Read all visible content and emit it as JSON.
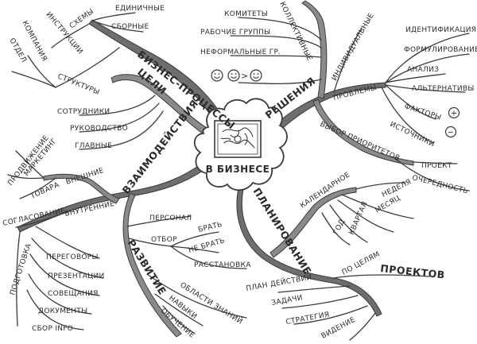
{
  "center": {
    "label": "В БИЗНЕСЕ"
  },
  "branches": {
    "business_processes": {
      "label": "БИЗНЕС-ПРОЦЕССЫ",
      "schemes": {
        "label": "СХЕМЫ",
        "items": [
          "ЕДИНИЧНЫЕ",
          "СБОРНЫЕ"
        ]
      },
      "instructions": {
        "label": "ИНСТРУКЦИИ"
      },
      "structures": {
        "label": "СТРУКТУРЫ",
        "items": [
          "КОМПАНИЯ",
          "ОТДЕЛ"
        ]
      }
    },
    "goals": {
      "label": "ЦЕЛИ",
      "items": [
        "СОТРУДНИКИ",
        "РУКОВОДСТВО",
        "ГЛАВНЫЕ"
      ]
    },
    "solutions": {
      "label": "РЕШЕНИЯ",
      "collective": {
        "label": "КОЛЛЕКТИВНЫЕ",
        "items": [
          "КОМИТЕТЫ",
          "РАБОЧИЕ ГРУППЫ",
          "НЕФОРМАЛЬНЫЕ ГР."
        ],
        "comparison_sign": ">"
      },
      "individual": {
        "label": "ИНДИВИДУАЛЬНЫЕ"
      },
      "problems": {
        "label": "ПРОБЛЕМЫ",
        "items": [
          "ИДЕНТИФИКАЦИЯ",
          "ФОРМУЛИРОВАНИЕ",
          "АНАЛИЗ",
          "АЛЬТЕРНАТИВЫ",
          "ФАКТОРЫ",
          "ИСТОЧНИКИ"
        ],
        "plus_sign": "+",
        "minus_sign": "−"
      },
      "priorities": {
        "label": "ВЫБОР ПРИОРИТЕТОВ",
        "items": [
          "ПРОЕКТ",
          "ОЧЕРЕДНОСТЬ"
        ]
      }
    },
    "interaction": {
      "label": "ВЗАИМОДЕЙСТВИЯ",
      "external": {
        "label": "ВНЕШНИЕ",
        "items": [
          "МАРКЕТИНГ",
          "ПРОДВИЖЕНИЕ",
          "ТОВАРА"
        ]
      },
      "internal": {
        "label": "ВНУТРЕННИЕ",
        "items": [
          "СОГЛАСОВАНИЕ"
        ]
      },
      "preparation": {
        "label": "ПОДГОТОВКА",
        "items": [
          "ПЕРЕГОВОРЫ",
          "ПРЕЗЕНТАЦИИ",
          "СОВЕЩАНИЯ",
          "ДОКУМЕНТЫ",
          "СБОР info"
        ]
      },
      "development": {
        "label": "РАЗВИТИЕ",
        "items": [
          "ПЕРСОНАЛ",
          "ОБЛАСТИ ЗНАНИЙ",
          "НАВЫКИ",
          "ОБУЧЕНИЕ"
        ],
        "selection": {
          "label": "ОТБОР",
          "items": [
            "БРАТЬ",
            "НЕ БРАТЬ",
            "РАССТАНОВКА"
          ]
        }
      }
    },
    "planning": {
      "label": "ПЛАНИРОВАНИЕ",
      "calendar": {
        "label": "КАЛЕНДАРНОЕ",
        "items": [
          "НЕДЕЛЯ",
          "МЕСЯЦ",
          "КВАРТАЛ",
          "ГОД"
        ]
      },
      "projects": {
        "label": "ПРОЕКТОВ"
      },
      "by_goals": {
        "label": "ПО ЦЕЛЯМ",
        "items": [
          "ПЛАН ДЕЙСТВИЙ",
          "ЗАДАЧИ",
          "СТРАТЕГИЯ",
          "ВИДЕНИЕ"
        ]
      }
    }
  },
  "colors": {
    "ink": "#3a3a3a",
    "text": "#2b2b2b",
    "trunk_fill": "#6e6e6e",
    "background": "#ffffff"
  }
}
